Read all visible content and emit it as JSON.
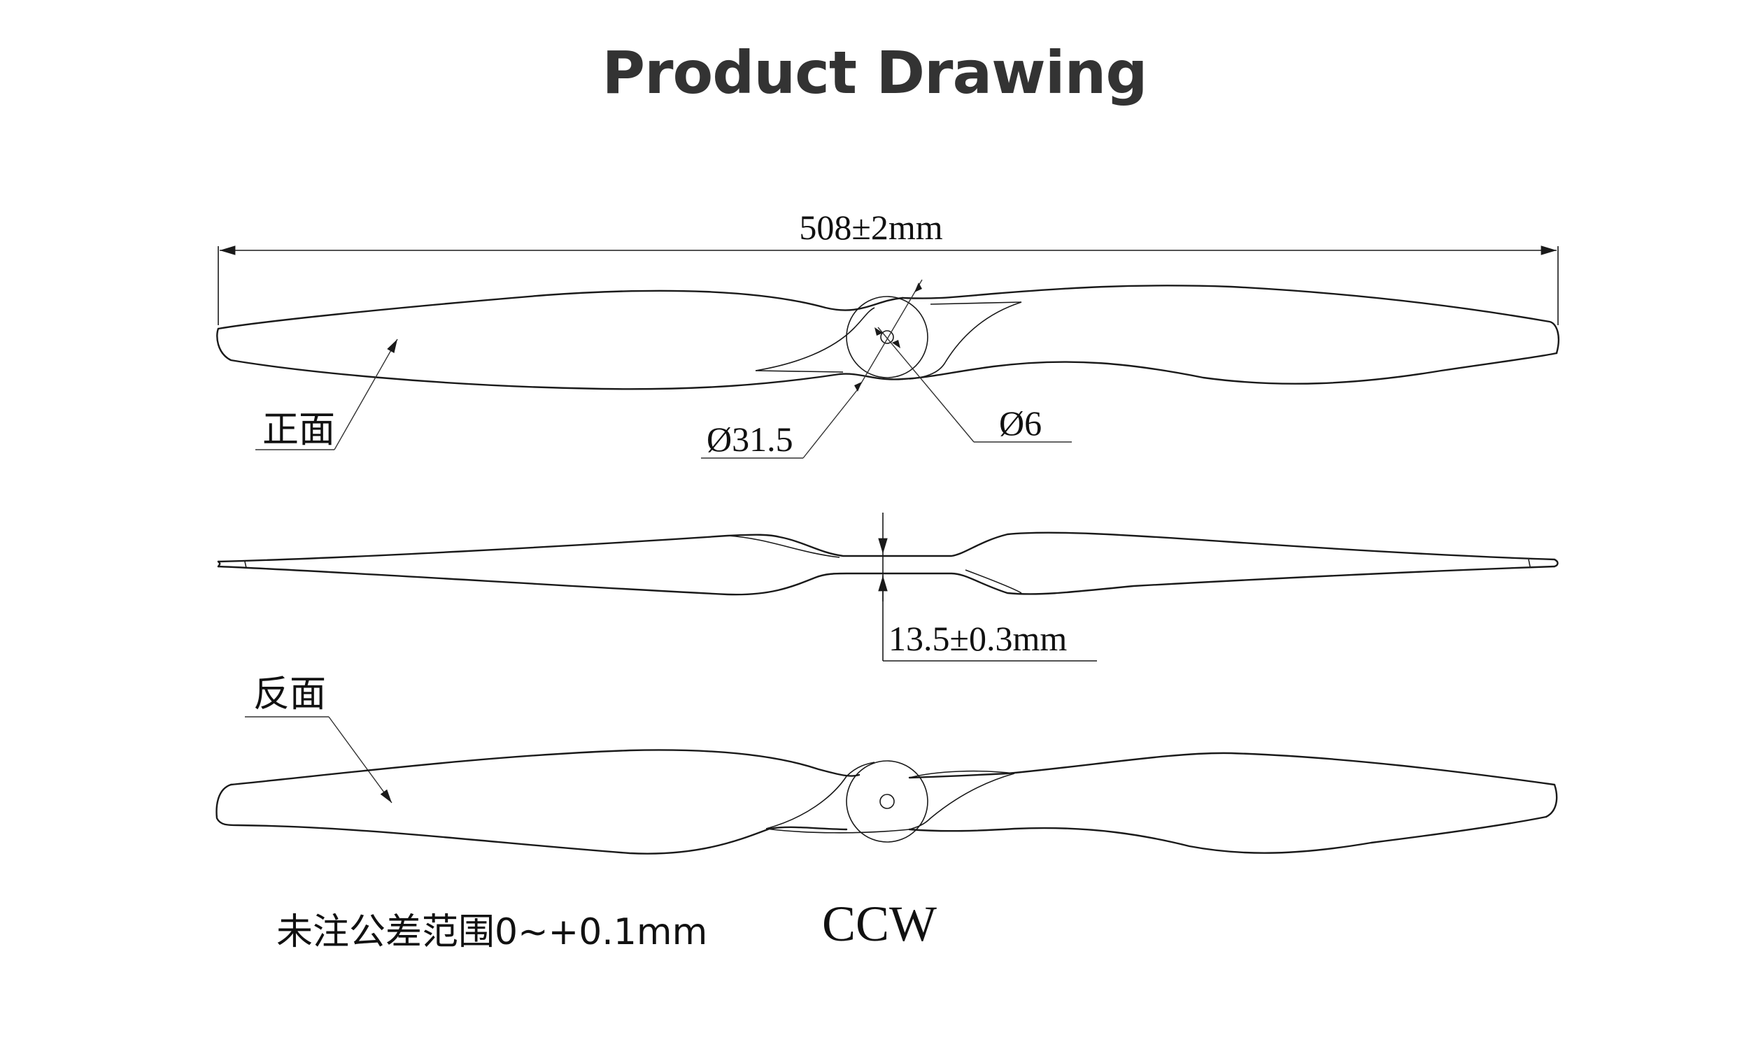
{
  "title": "Product Drawing",
  "labels": {
    "overall_length": "508±2mm",
    "front_face": "正面",
    "hub_diameter": "Ø31.5",
    "bore_diameter": "Ø6",
    "thickness": "13.5±0.3mm",
    "back_face": "反面",
    "tolerance_note": "未注公差范围0~+0.1mm",
    "rotation": "CCW"
  }
}
